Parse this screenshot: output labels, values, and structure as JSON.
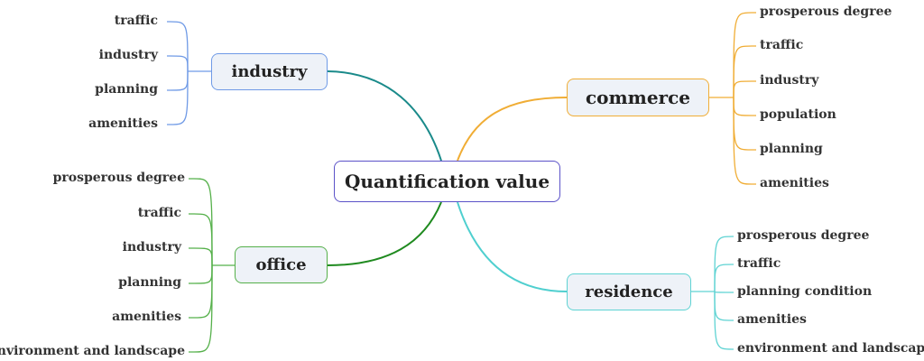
{
  "root": {
    "label": "Quantification value",
    "color": "#5b52c8"
  },
  "branches": [
    {
      "id": "industry",
      "label": "industry",
      "color": "#6f9ae6",
      "edge": "#1a8a8a",
      "items": [
        "traffic",
        "industry",
        "planning",
        "amenities"
      ]
    },
    {
      "id": "office",
      "label": "office",
      "color": "#55b04a",
      "edge": "#1f8a1f",
      "items": [
        "prosperous degree",
        "traffic",
        "industry",
        "planning",
        "amenities",
        "environment and landscape"
      ]
    },
    {
      "id": "commerce",
      "label": "commerce",
      "color": "#f0ad35",
      "edge": "#f0ad35",
      "items": [
        "prosperous degree",
        "traffic",
        "industry",
        "population",
        "planning",
        "amenities"
      ]
    },
    {
      "id": "residence",
      "label": "residence",
      "color": "#5fd3d3",
      "edge": "#4fcfcf",
      "items": [
        "prosperous degree",
        "traffic",
        "planning condition",
        "amenities",
        "environment and landscape"
      ]
    }
  ]
}
